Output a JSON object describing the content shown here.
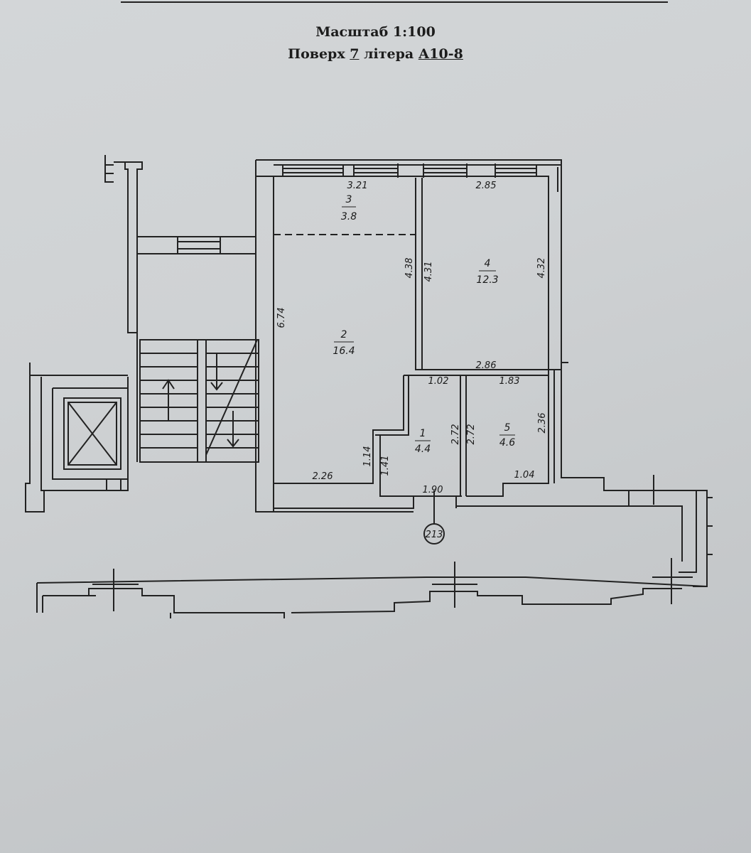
{
  "header": {
    "scale_label": "Масштаб 1:100",
    "floor_prefix": "Поверх ",
    "floor_number": "7",
    "letter_prefix": " літера ",
    "letter_value": "А10-8"
  },
  "rooms": [
    {
      "number": "1",
      "area": "4.4"
    },
    {
      "number": "2",
      "area": "16.4"
    },
    {
      "number": "3",
      "area": "3.8"
    },
    {
      "number": "4",
      "area": "12.3"
    },
    {
      "number": "5",
      "area": "4.6"
    }
  ],
  "dimensions": {
    "d_321": "3.21",
    "d_285": "2.85",
    "d_438": "4.38",
    "d_431": "4.31",
    "d_432": "4.32",
    "d_674": "6.74",
    "d_286": "2.86",
    "d_102": "1.02",
    "d_183": "1.83",
    "d_272a": "2.72",
    "d_272b": "2.72",
    "d_236": "2.36",
    "d_226": "2.26",
    "d_114": "1.14",
    "d_141": "1.41",
    "d_190": "1.90",
    "d_104": "1.04"
  },
  "axis_marker": "213"
}
